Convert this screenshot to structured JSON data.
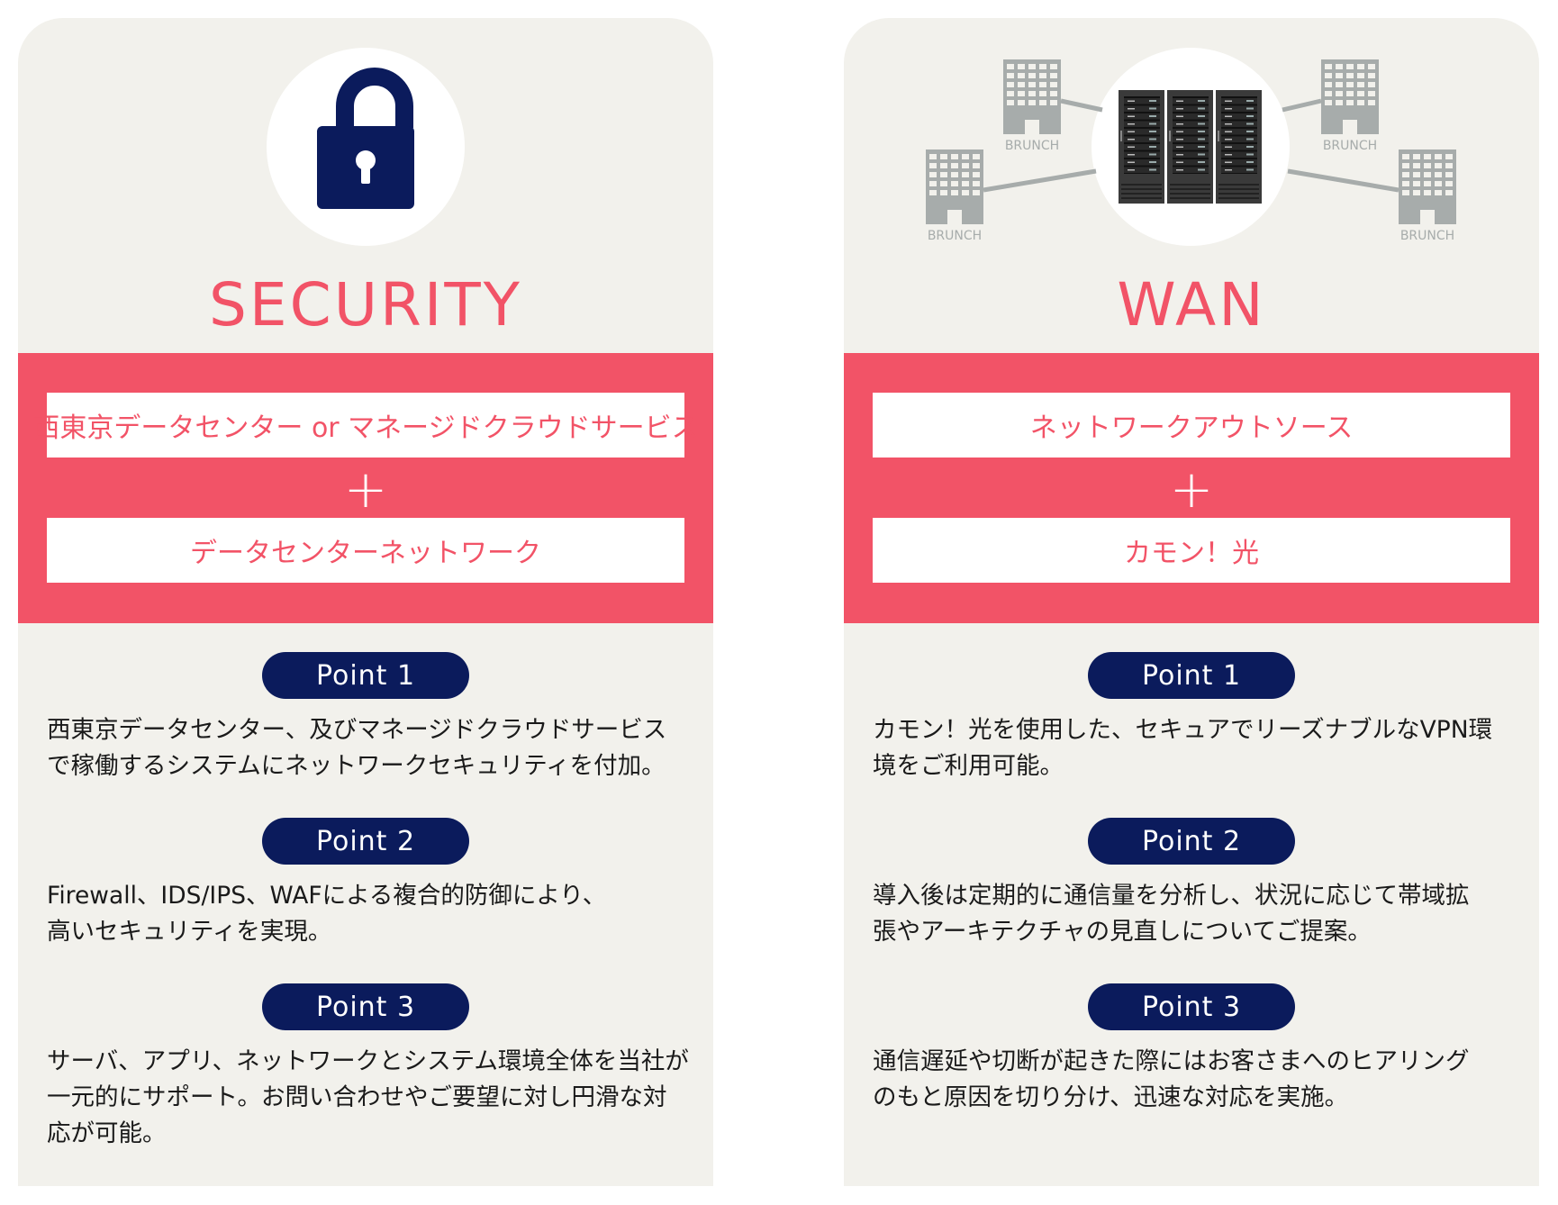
{
  "colors": {
    "accent": "#f25367",
    "navy": "#0b1b5c",
    "card_bg": "#f2f1ec"
  },
  "security": {
    "icon": "lock-icon",
    "title": "SECURITY",
    "box1": "西東京データセンター or マネージドクラウドサービス",
    "plus": "+",
    "box2": "データセンターネットワーク",
    "points": [
      {
        "label": "Point 1",
        "lines": [
          "西東京データセンター、及びマネージドクラウドサービス",
          "で稼働するシステムにネットワークセキュリティを付加。"
        ]
      },
      {
        "label": "Point 2",
        "lines": [
          "Firewall、IDS/IPS、WAFによる複合的防御により、",
          "高いセキュリティを実現。"
        ]
      },
      {
        "label": "Point 3",
        "lines": [
          "サーバ、アプリ、ネットワークとシステム環境全体を当社が",
          "一元的にサポート。お問い合わせやご要望に対し円滑な対",
          "応が可能。"
        ]
      }
    ]
  },
  "wan": {
    "icon": "server-network-icon",
    "branch_label": "BRUNCH",
    "title": "WAN",
    "box1": "ネットワークアウトソース",
    "plus": "+",
    "box2": "カモン！光",
    "points": [
      {
        "label": "Point 1",
        "lines": [
          "カモン！光を使用した、セキュアでリーズナブルなVPN環",
          "境をご利用可能。"
        ]
      },
      {
        "label": "Point 2",
        "lines": [
          "導入後は定期的に通信量を分析し、状況に応じて帯域拡",
          "張やアーキテクチャの見直しについてご提案。"
        ]
      },
      {
        "label": "Point 3",
        "lines": [
          "通信遅延や切断が起きた際にはお客さまへのヒアリング",
          "のもと原因を切り分け、迅速な対応を実施。"
        ]
      }
    ]
  }
}
